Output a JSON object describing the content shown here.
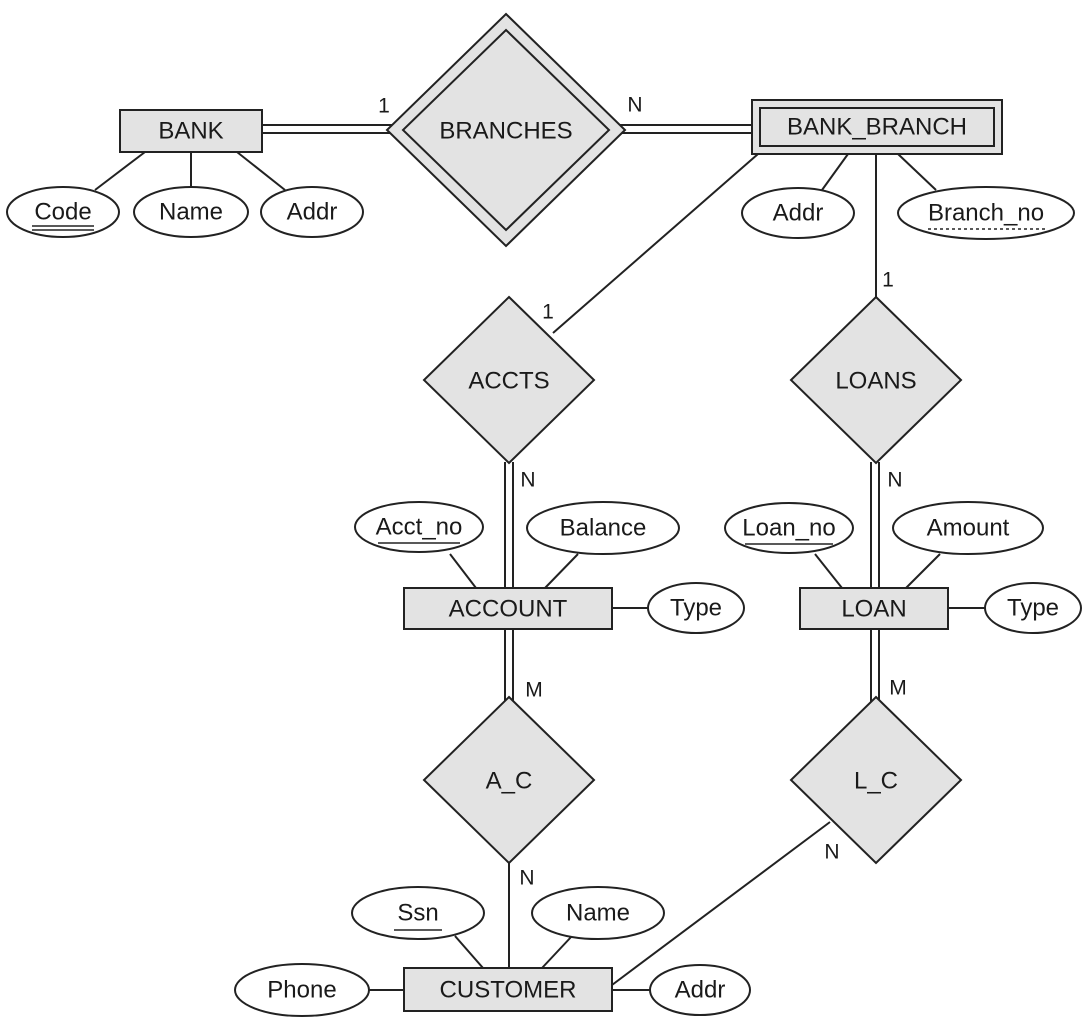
{
  "entities": {
    "bank": "BANK",
    "bank_branch": "BANK_BRANCH",
    "account": "ACCOUNT",
    "loan": "LOAN",
    "customer": "CUSTOMER"
  },
  "relationships": {
    "branches": "BRANCHES",
    "accts": "ACCTS",
    "loans": "LOANS",
    "a_c": "A_C",
    "l_c": "L_C"
  },
  "attributes": {
    "bank_code": "Code",
    "bank_name": "Name",
    "bank_addr": "Addr",
    "branch_addr": "Addr",
    "branch_no": "Branch_no",
    "acct_no": "Acct_no",
    "balance": "Balance",
    "account_type": "Type",
    "loan_no": "Loan_no",
    "amount": "Amount",
    "loan_type": "Type",
    "ssn": "Ssn",
    "customer_name": "Name",
    "phone": "Phone",
    "customer_addr": "Addr"
  },
  "cardinalities": {
    "bank_branches": "1",
    "branches_bank_branch": "N",
    "accts_bank_branch": "1",
    "loans_bank_branch": "1",
    "accts_account": "N",
    "loans_loan": "N",
    "account_a_c": "M",
    "loan_l_c": "M",
    "a_c_customer": "N",
    "l_c_customer": "N"
  }
}
